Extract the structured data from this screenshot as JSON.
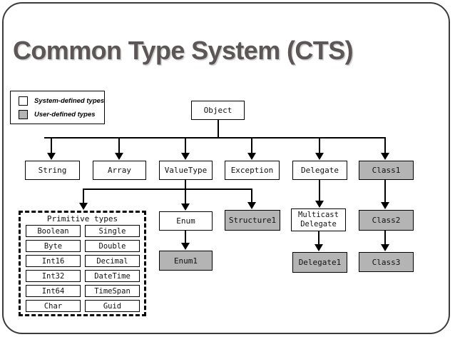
{
  "slide": {
    "title": "Common Type System (CTS)"
  },
  "legend": {
    "system_label": "System-defined types",
    "user_label": "User-defined types"
  },
  "colors": {
    "system_fill": "#ffffff",
    "user_fill": "#b4b4b4",
    "line": "#000000",
    "title_text": "#5c5656"
  },
  "nodes": {
    "object": {
      "label": "Object",
      "kind": "system"
    },
    "string": {
      "label": "String",
      "kind": "system"
    },
    "array": {
      "label": "Array",
      "kind": "system"
    },
    "valuetype": {
      "label": "ValueType",
      "kind": "system"
    },
    "exception": {
      "label": "Exception",
      "kind": "system"
    },
    "delegate": {
      "label": "Delegate",
      "kind": "system"
    },
    "class1": {
      "label": "Class1",
      "kind": "user"
    },
    "enum": {
      "label": "Enum",
      "kind": "system"
    },
    "structure1": {
      "label": "Structure1",
      "kind": "user"
    },
    "multicast_delegate": {
      "label": "Multicast Delegate",
      "kind": "system"
    },
    "class2": {
      "label": "Class2",
      "kind": "user"
    },
    "enum1": {
      "label": "Enum1",
      "kind": "user"
    },
    "delegate1": {
      "label": "Delegate1",
      "kind": "user"
    },
    "class3": {
      "label": "Class3",
      "kind": "user"
    }
  },
  "primitive": {
    "title": "Primitive types",
    "items": [
      "Boolean",
      "Single",
      "Byte",
      "Double",
      "Int16",
      "Decimal",
      "Int32",
      "DateTime",
      "Int64",
      "TimeSpan",
      "Char",
      "Guid"
    ]
  }
}
